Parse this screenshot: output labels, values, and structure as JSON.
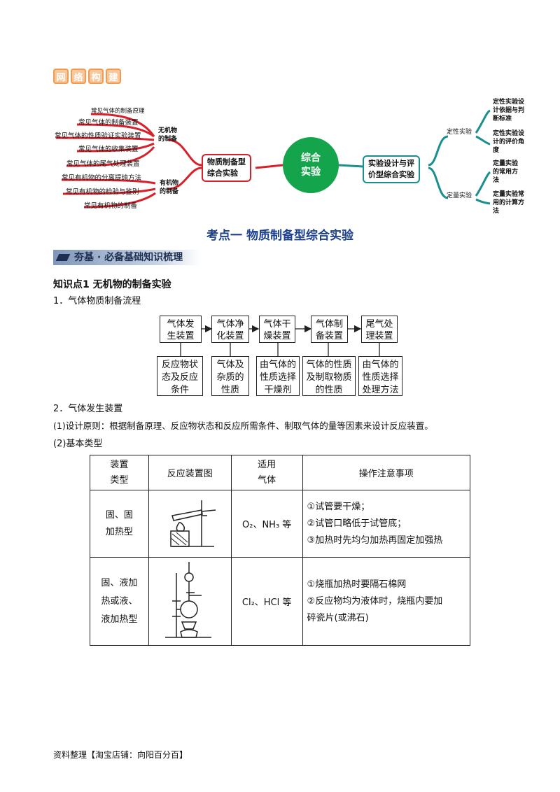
{
  "badge": {
    "chars": [
      "网",
      "络",
      "构",
      "建"
    ]
  },
  "mindmap": {
    "center": [
      "综合",
      "实验"
    ],
    "left_main": [
      "物质制备型",
      "综合实验"
    ],
    "left_branch1": [
      "无机物",
      "的制备"
    ],
    "left_branch2": [
      "有机物",
      "的制备"
    ],
    "left_leaves": [
      "常见气体的制备原理",
      "常见气体的制备装置",
      "常见气体的性质验证实验装置",
      "常见气体的收集装置",
      "常见气体的尾气处理装置",
      "常见有机物的分离提纯方法",
      "常见有机物的检验与鉴别",
      "常见有机物的制备"
    ],
    "right_main": [
      "实验设计与评",
      "价型综合实验"
    ],
    "right_branch1": "定性实验",
    "right_branch2": "定量实验",
    "right_leaves": [
      [
        "定性实验设",
        "计依据与判",
        "断标准"
      ],
      [
        "定性实验设",
        "计的评价角",
        "度"
      ],
      [
        "定量实验",
        "的常用方",
        "法"
      ],
      [
        "定量实验常",
        "用的计算方",
        "法"
      ]
    ]
  },
  "section_title": "考点一  物质制备型综合实验",
  "banner": "夯基 · 必备基础知识梳理",
  "knowledge_point": "知识点1  无机物的制备实验",
  "item1": "1．气体物质制备流程",
  "flow_top": [
    [
      "气体发",
      "生装置"
    ],
    [
      "气体净",
      "化装置"
    ],
    [
      "气体干",
      "燥装置"
    ],
    [
      "气体制",
      "备装置"
    ],
    [
      "尾气处",
      "理装置"
    ]
  ],
  "flow_bottom": [
    [
      "反应物状",
      "态及反应",
      "条件"
    ],
    [
      "气体及",
      "杂质的",
      "性质"
    ],
    [
      "由气体的",
      "性质选择",
      "干燥剂"
    ],
    [
      "气体的性质",
      "及制取物质",
      "的性质"
    ],
    [
      "由气体的",
      "性质选择",
      "处理方法"
    ]
  ],
  "item2": "2．气体发生装置",
  "design_principle": "(1)设计原则：根据制备原理、反应物状态和反应所需条件、制取气体的量等因素来设计反应装置。",
  "basic_types": "(2)基本类型",
  "table": {
    "headers": [
      [
        "装置",
        "类型"
      ],
      [
        "反应装置图"
      ],
      [
        "适用",
        "气体"
      ],
      [
        "操作注意事项"
      ]
    ],
    "rows": [
      {
        "type": [
          "固、固",
          "加热型"
        ],
        "gases": "O₂、NH₃ 等",
        "notes": [
          "①试管要干燥；",
          "②试管口略低于试管底；",
          "③加热时先均匀加热再固定加强热"
        ]
      },
      {
        "type": [
          "固、液加",
          "热或液、",
          "液加热型"
        ],
        "gases": "Cl₂、HCl 等",
        "notes": [
          "①烧瓶加热时要隔石棉网",
          "②反应物均为液体时，烧瓶内要加",
          "碎瓷片(或沸石)"
        ]
      }
    ]
  },
  "footer": "资料整理【淘宝店铺：向阳百分百】",
  "colors": {
    "red": "#d8202a",
    "green": "#14a44b",
    "teal": "#1a8f8f",
    "title_blue": "#1a3f8f"
  }
}
